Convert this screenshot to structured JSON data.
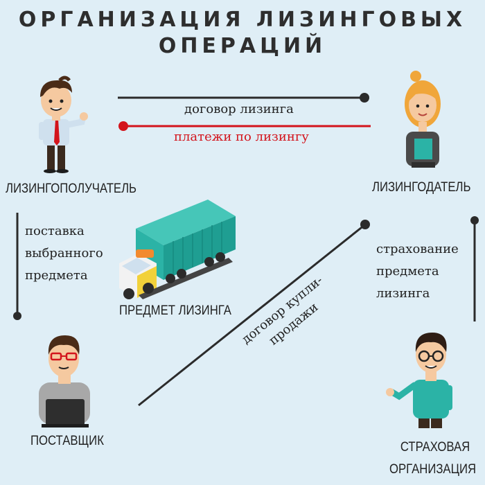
{
  "title": {
    "line1": "ОРГАНИЗАЦИЯ ЛИЗИНГОВЫХ",
    "line2": "ОПЕРАЦИЙ"
  },
  "roles": {
    "lessee": "ЛИЗИНГОПОЛУЧАТЕЛЬ",
    "lessor": "ЛИЗИНГОДАТЕЛЬ",
    "item": "ПРЕДМЕТ ЛИЗИНГА",
    "supplier": "ПОСТАВЩИК",
    "insurer_line1": "СТРАХОВАЯ",
    "insurer_line2": "ОРГАНИЗАЦИЯ"
  },
  "relations": {
    "lease_contract": "договор лизинга",
    "lease_payments": "платежи по лизингу",
    "delivery": [
      "поставка",
      "выбранного",
      "предмета"
    ],
    "insurance": [
      "страхование",
      "предмета",
      "лизинга"
    ],
    "sale_contract": [
      "договор купли-",
      "продажи"
    ]
  },
  "colors": {
    "background": "#dfeef6",
    "line": "#2b2b2b",
    "payment_red": "#d3141c",
    "truck_teal": "#2bb3a6"
  }
}
